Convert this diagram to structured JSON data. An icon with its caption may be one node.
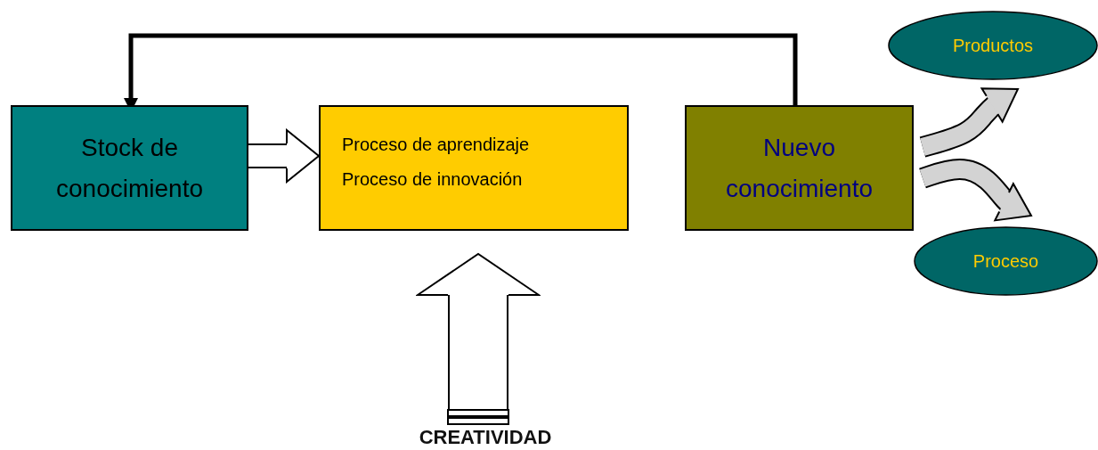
{
  "diagram": {
    "nodes": [
      {
        "text": [
          "Stock de conocimiento"
        ]
      },
      {
        "text": [
          "Proceso de aprendizaje",
          "Proceso de innovación"
        ]
      },
      {
        "text": [
          "Nuevo conocimiento"
        ]
      },
      {
        "text": [
          "Productos"
        ]
      },
      {
        "text": [
          "Proceso"
        ]
      },
      {
        "text": [
          "CREATIVIDAD"
        ]
      }
    ],
    "edges": [
      {
        "from": 0,
        "to": 1,
        "arrow": "to",
        "color": "#ffffff"
      },
      {
        "from": 2,
        "to": 0,
        "arrow": "to",
        "color": "#000000"
      },
      {
        "from": 5,
        "to": 1,
        "arrow": "to",
        "style": "thick",
        "color": "#ffffff"
      },
      {
        "from": 2,
        "to": 3,
        "arrow": "to",
        "color": "#d3d3d3"
      },
      {
        "from": 2,
        "to": 4,
        "arrow": "to",
        "color": "#d3d3d3"
      }
    ]
  }
}
